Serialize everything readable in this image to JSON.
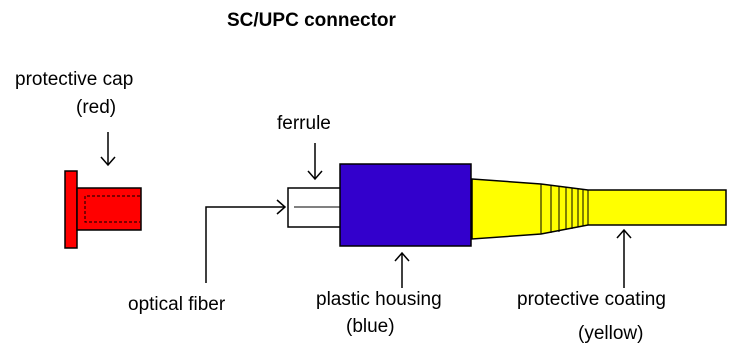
{
  "title": "SC/UPC connector",
  "labels": {
    "cap_line1": "protective cap",
    "cap_line2": "(red)",
    "ferrule": "ferrule",
    "optical_fiber": "optical fiber",
    "housing_line1": "plastic housing",
    "housing_line2": "(blue)",
    "coating_line1": "protective coating",
    "coating_line2": "(yellow)"
  },
  "colors": {
    "cap": "#ff0000",
    "housing": "#3300cc",
    "coating": "#ffff00",
    "ferrule": "#ffffff",
    "outline": "#000000"
  }
}
